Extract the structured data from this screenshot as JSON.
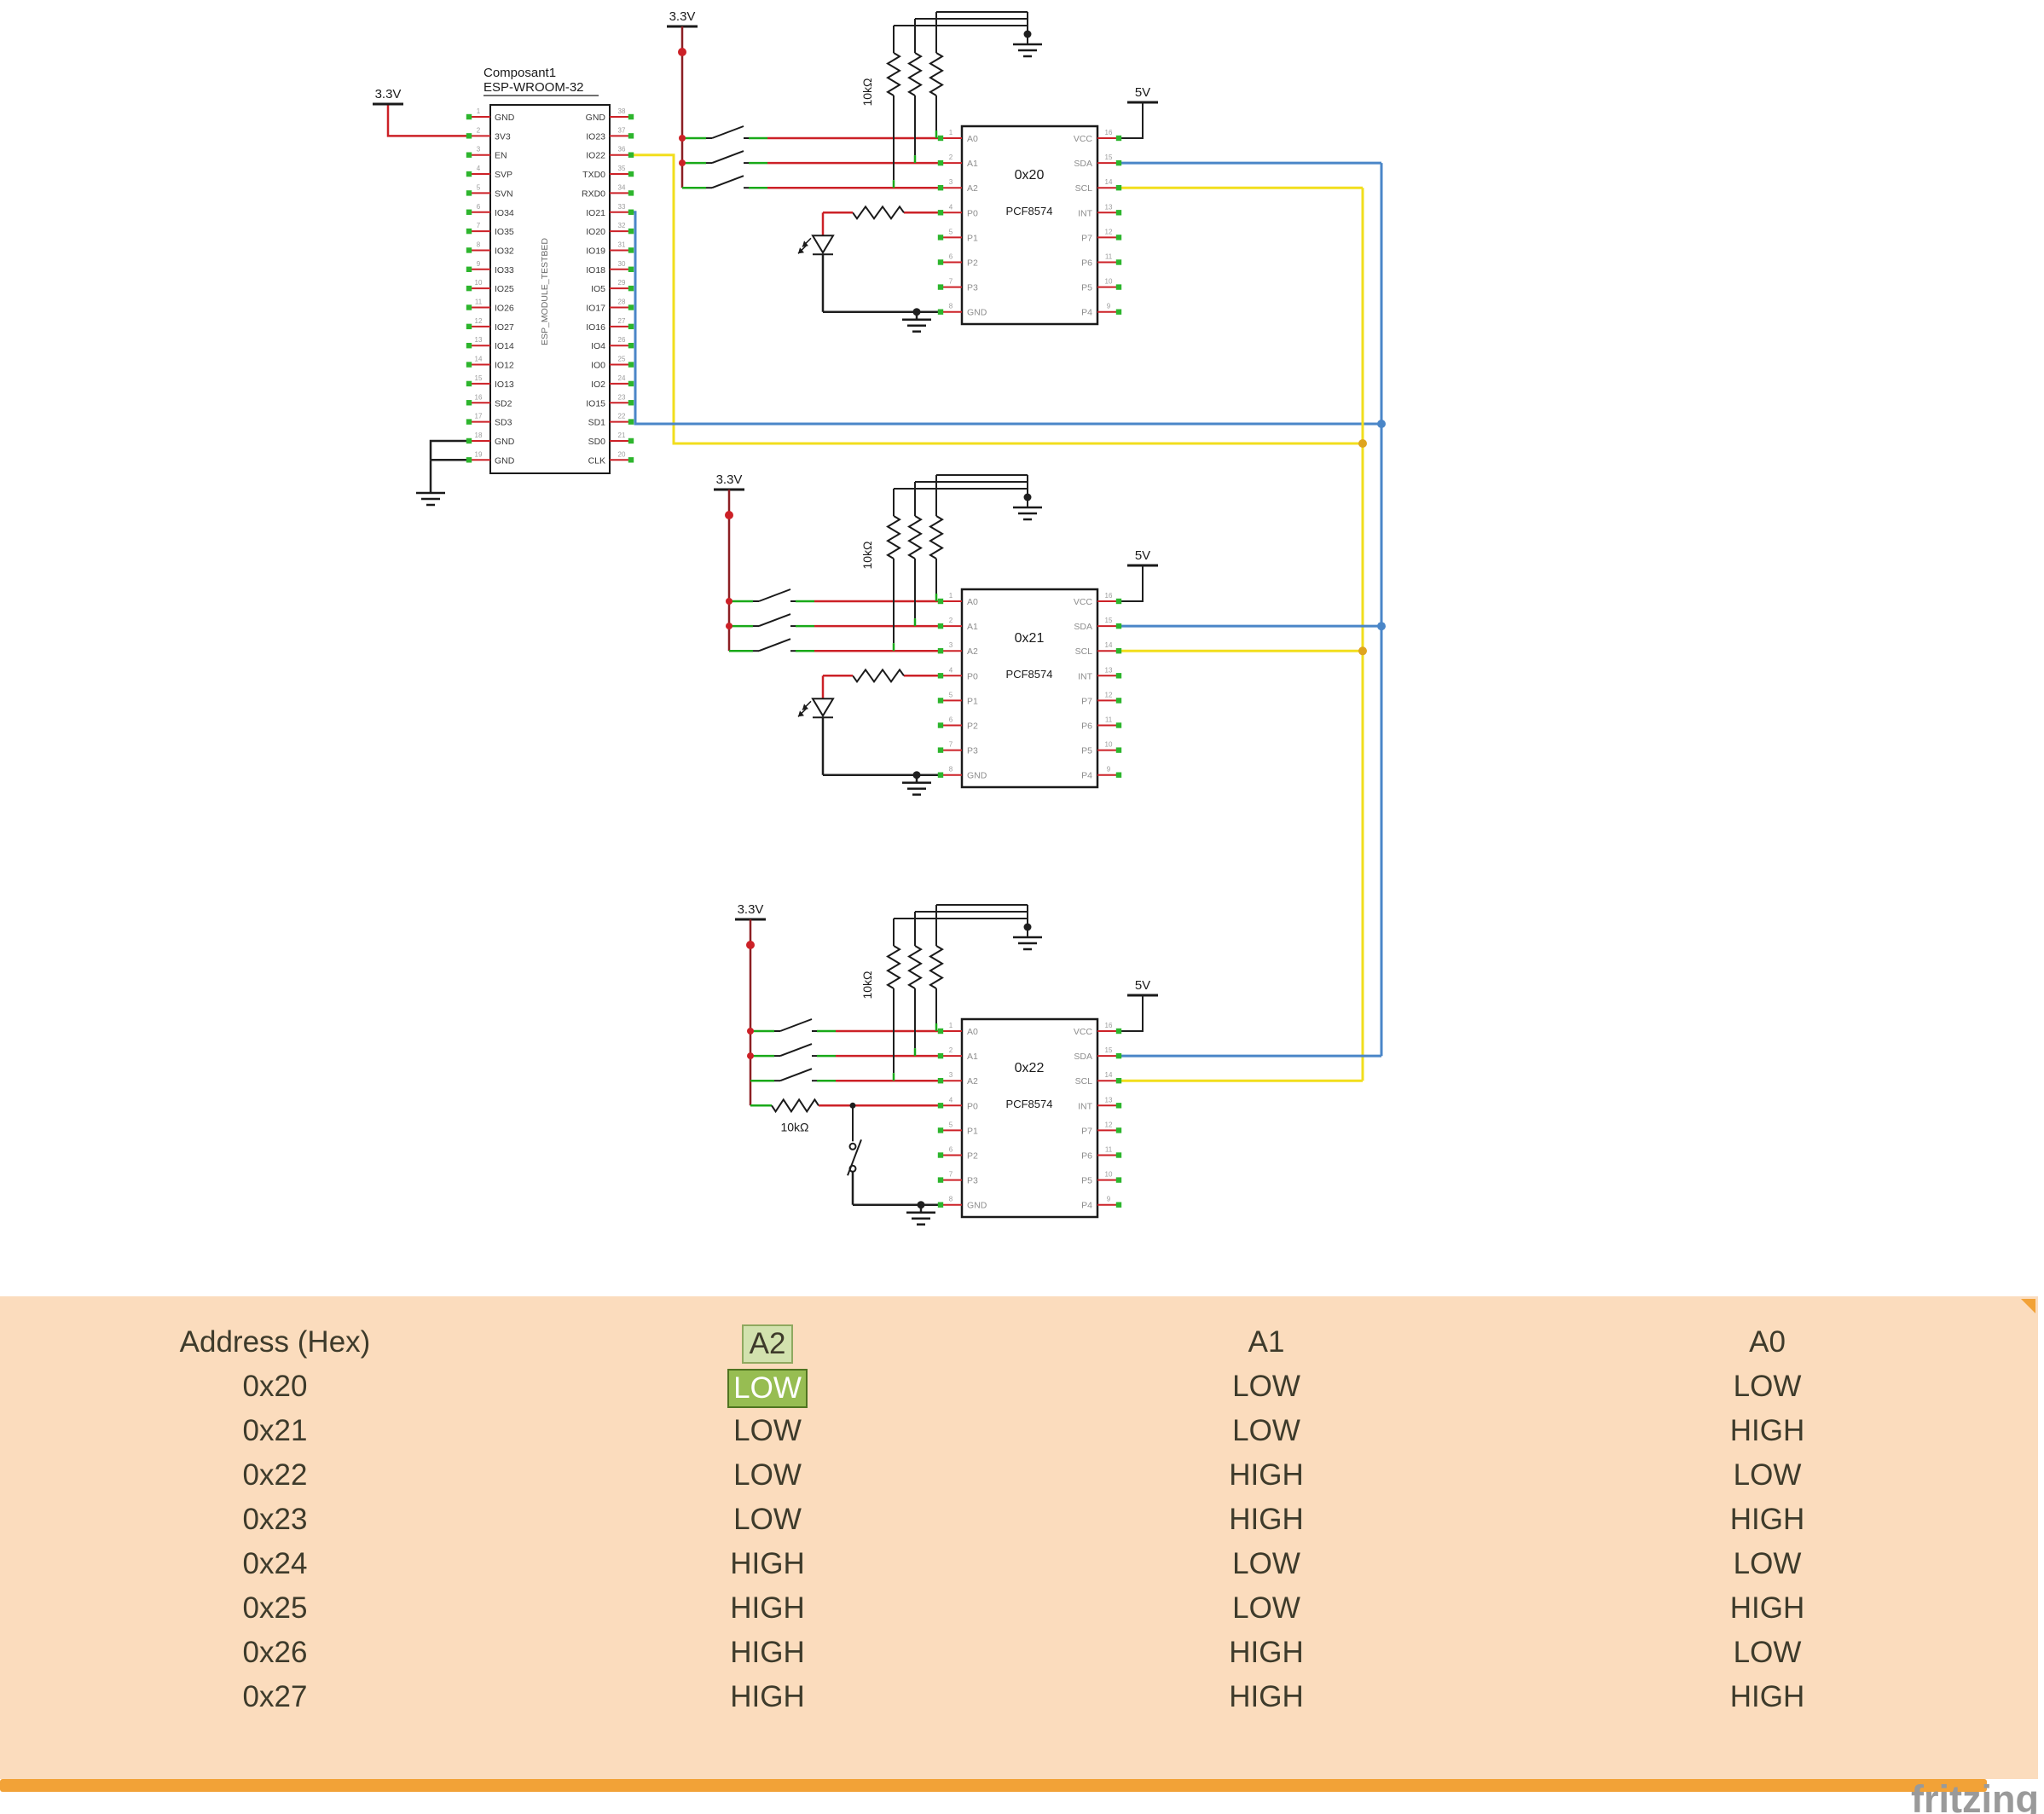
{
  "app": {
    "logo": "fritzing"
  },
  "colors": {
    "wire_red": "#cc2127",
    "rail_red": "#8c1f23",
    "wire_black": "#1f1f1f",
    "wire_yellow": "#f2de1d",
    "wire_blue": "#4a86c8",
    "pin_tip_green": "#2db52d",
    "switch_green": "#19a919",
    "dot_yellow": "#dfa41f",
    "text_dark": "#1a1a1a",
    "pin_label_gray": "#8c8c8c",
    "pin_number_gray": "#9c9c9c",
    "esp_label_dark": "#3a3a3a",
    "module_text_gray": "#6a6a6a",
    "table_bg": "#fbdcbd",
    "table_text": "#3e3b2b",
    "bar_orange": "#f2a237",
    "hl_bg": "#97bd52",
    "hl_border": "#4f7420",
    "hl_text": "#ffffff",
    "hl2_bg": "#d2e2ae",
    "hl2_border": "#8fa95f",
    "logo_gray": "#9a9a9a"
  },
  "esp": {
    "ref": "Composant1",
    "name": "ESP-WROOM-32",
    "module": "ESP_MODULE_TESTBED",
    "left_pins": [
      [
        "1",
        "GND"
      ],
      [
        "2",
        "3V3"
      ],
      [
        "3",
        "EN"
      ],
      [
        "4",
        "SVP"
      ],
      [
        "5",
        "SVN"
      ],
      [
        "6",
        "IO34"
      ],
      [
        "7",
        "IO35"
      ],
      [
        "8",
        "IO32"
      ],
      [
        "9",
        "IO33"
      ],
      [
        "10",
        "IO25"
      ],
      [
        "11",
        "IO26"
      ],
      [
        "12",
        "IO27"
      ],
      [
        "13",
        "IO14"
      ],
      [
        "14",
        "IO12"
      ],
      [
        "15",
        "IO13"
      ],
      [
        "16",
        "SD2"
      ],
      [
        "17",
        "SD3"
      ],
      [
        "18",
        "GND"
      ],
      [
        "19",
        "GND"
      ]
    ],
    "right_pins": [
      [
        "38",
        "GND"
      ],
      [
        "37",
        "IO23"
      ],
      [
        "36",
        "IO22"
      ],
      [
        "35",
        "TXD0"
      ],
      [
        "34",
        "RXD0"
      ],
      [
        "33",
        "IO21"
      ],
      [
        "32",
        "IO20"
      ],
      [
        "31",
        "IO19"
      ],
      [
        "30",
        "IO18"
      ],
      [
        "29",
        "IO5"
      ],
      [
        "28",
        "IO17"
      ],
      [
        "27",
        "IO16"
      ],
      [
        "26",
        "IO4"
      ],
      [
        "25",
        "IO0"
      ],
      [
        "24",
        "IO2"
      ],
      [
        "23",
        "IO15"
      ],
      [
        "22",
        "SD1"
      ],
      [
        "21",
        "SD0"
      ],
      [
        "20",
        "CLK"
      ]
    ]
  },
  "pcf": {
    "part": "PCF8574",
    "left_pins": [
      [
        "1",
        "A0"
      ],
      [
        "2",
        "A1"
      ],
      [
        "3",
        "A2"
      ],
      [
        "4",
        "P0"
      ],
      [
        "5",
        "P1"
      ],
      [
        "6",
        "P2"
      ],
      [
        "7",
        "P3"
      ],
      [
        "8",
        "GND"
      ]
    ],
    "right_pins": [
      [
        "16",
        "VCC"
      ],
      [
        "15",
        "SDA"
      ],
      [
        "14",
        "SCL"
      ],
      [
        "13",
        "INT"
      ],
      [
        "12",
        "P7"
      ],
      [
        "11",
        "P6"
      ],
      [
        "10",
        "P5"
      ],
      [
        "9",
        "P4"
      ]
    ],
    "modules": [
      {
        "address": "0x20",
        "variant": "led"
      },
      {
        "address": "0x21",
        "variant": "led"
      },
      {
        "address": "0x22",
        "variant": "button"
      }
    ]
  },
  "labels": {
    "v33": "3.3V",
    "v5": "5V",
    "r10k": "10kΩ"
  },
  "table": {
    "headers": [
      "Address (Hex)",
      "A2",
      "A1",
      "A0"
    ],
    "header_highlight": 1,
    "rows": [
      {
        "addr": "0x20",
        "a2": "LOW",
        "a1": "LOW",
        "a0": "LOW",
        "hl": "a2"
      },
      {
        "addr": "0x21",
        "a2": "LOW",
        "a1": "LOW",
        "a0": "HIGH"
      },
      {
        "addr": "0x22",
        "a2": "LOW",
        "a1": "HIGH",
        "a0": "LOW"
      },
      {
        "addr": "0x23",
        "a2": "LOW",
        "a1": "HIGH",
        "a0": "HIGH"
      },
      {
        "addr": "0x24",
        "a2": "HIGH",
        "a1": "LOW",
        "a0": "LOW"
      },
      {
        "addr": "0x25",
        "a2": "HIGH",
        "a1": "LOW",
        "a0": "HIGH"
      },
      {
        "addr": "0x26",
        "a2": "HIGH",
        "a1": "HIGH",
        "a0": "LOW"
      },
      {
        "addr": "0x27",
        "a2": "HIGH",
        "a1": "HIGH",
        "a0": "HIGH"
      }
    ]
  }
}
